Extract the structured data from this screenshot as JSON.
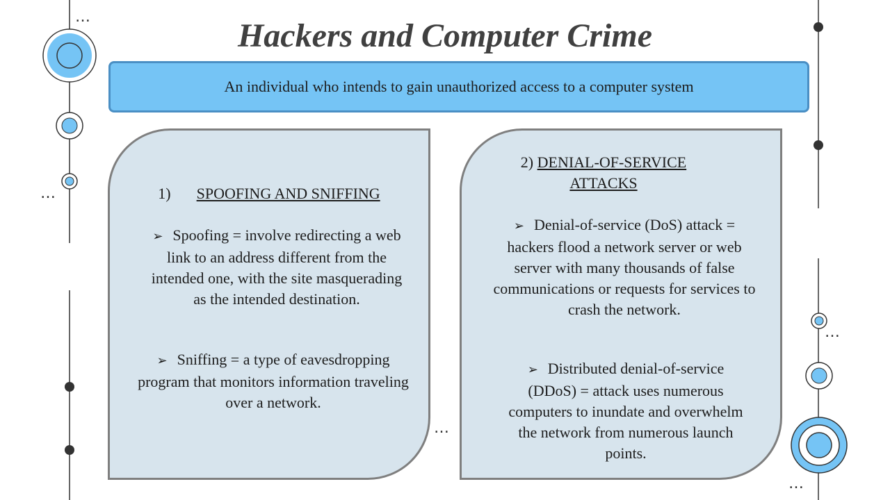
{
  "title": "Hackers and Computer Crime",
  "definition": "An individual who intends to gain unauthorized access to a computer system",
  "colors": {
    "accent": "#75c4f5",
    "panel": "#d7e4ed",
    "border": "#7f7f7f"
  },
  "left_panel": {
    "number": "1)",
    "heading": "SPOOFING AND SNIFFING",
    "bullets": [
      "Spoofing = involve redirecting a web link to an address different from the intended one, with the site masquerading as the intended destination.",
      "Sniffing = a type of eavesdropping program that monitors information traveling over a network."
    ]
  },
  "right_panel": {
    "number": "2)",
    "heading_line1": "DENIAL-OF-SERVICE",
    "heading_line2": "ATTACKS",
    "bullets": [
      "Denial-of-service (DoS) attack = hackers flood a network server or web server with many thousands of false communications or requests for services to crash the network.",
      "Distributed denial-of-service (DDoS) =  attack uses numerous computers to inundate and overwhelm the network from numerous launch points."
    ]
  },
  "bullet_icon": "arrowhead-bullet-icon",
  "ellipsis": "…"
}
